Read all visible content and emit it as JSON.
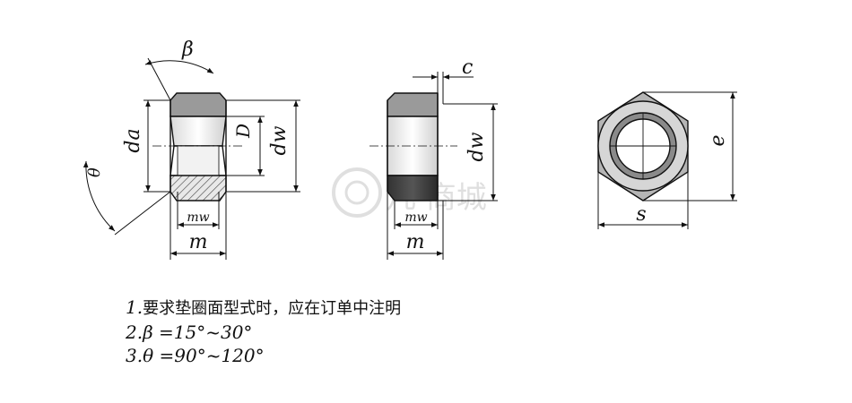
{
  "labels": {
    "beta": "β",
    "theta": "θ",
    "da": "da",
    "D": "D",
    "dw": "dw",
    "mw": "mw",
    "m": "m",
    "c": "c",
    "e": "e",
    "s": "s"
  },
  "watermark": "凡 商城",
  "notes": [
    {
      "num": "1.",
      "text": "要求垫圈面型式时，应在订单中注明"
    },
    {
      "num": "2.",
      "text": "β =15°~30°"
    },
    {
      "num": "3.",
      "text": "θ =90°~120°"
    }
  ]
}
